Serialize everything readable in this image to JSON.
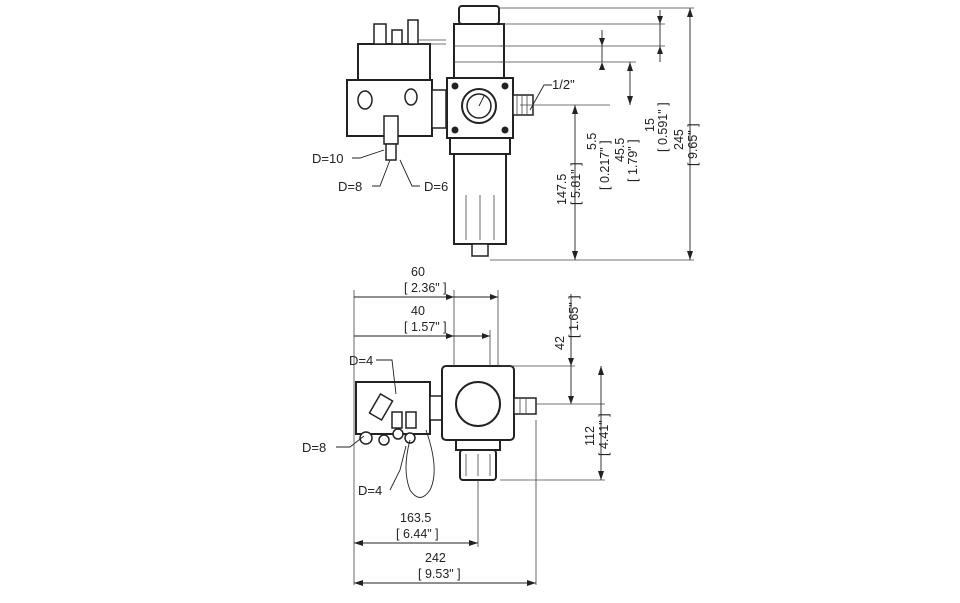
{
  "drawing": {
    "top_view": {
      "labels": {
        "d10": "D=10",
        "d8": "D=8",
        "d6": "D=6",
        "port": "1/2\""
      },
      "dims": {
        "d147": {
          "mm": "147.5",
          "inch": "5.81\""
        },
        "d5": {
          "mm": "5.5",
          "inch": "0.217\""
        },
        "d45": {
          "mm": "45.5",
          "inch": "1.79\""
        },
        "d15": {
          "mm": "15",
          "inch": "0.591\""
        },
        "d245": {
          "mm": "245",
          "inch": "9.65\""
        }
      }
    },
    "bottom_view": {
      "labels": {
        "d4a": "D=4",
        "d8": "D=8",
        "d4b": "D=4"
      },
      "dims": {
        "d60": {
          "mm": "60",
          "inch": "2.36\""
        },
        "d40": {
          "mm": "40",
          "inch": "1.57\""
        },
        "d42": {
          "mm": "42",
          "inch": "1.65\""
        },
        "d112": {
          "mm": "112",
          "inch": "4.41\""
        },
        "d163": {
          "mm": "163.5",
          "inch": "6.44\""
        },
        "d242": {
          "mm": "242",
          "inch": "9.53\""
        }
      }
    }
  }
}
